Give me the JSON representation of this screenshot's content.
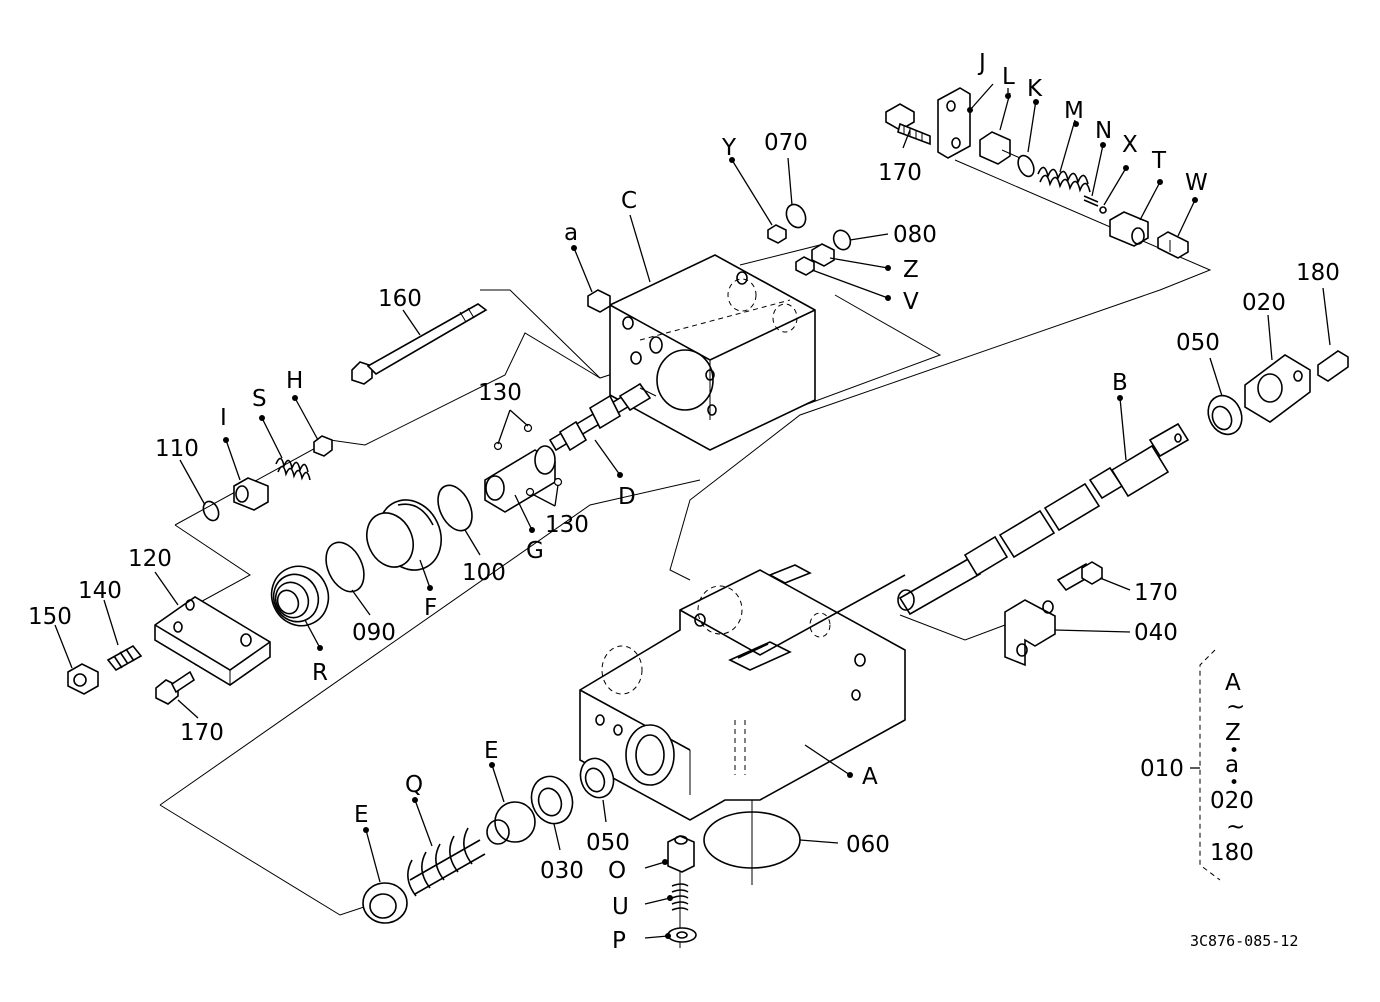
{
  "diagram": {
    "drawing_code": "3C876-085-12",
    "callouts": {
      "J": "J",
      "L": "L",
      "K": "K",
      "M": "M",
      "N": "N",
      "X": "X",
      "T": "T",
      "W": "W",
      "c170_top": "170",
      "c070": "070",
      "Y": "Y",
      "C": "C",
      "a": "a",
      "c080": "080",
      "Z": "Z",
      "V": "V",
      "c160": "160",
      "H": "H",
      "S": "S",
      "I": "I",
      "c110": "110",
      "c130_top": "130",
      "c130_bot": "130",
      "D": "D",
      "G": "G",
      "c100": "100",
      "F": "F",
      "c090": "090",
      "R": "R",
      "c120": "120",
      "c140": "140",
      "c150": "150",
      "c170_left": "170",
      "c180": "180",
      "c020": "020",
      "c050_right": "050",
      "B": "B",
      "c170_right": "170",
      "c040": "040",
      "A": "A",
      "E_mid": "E",
      "Q": "Q",
      "E_left": "E",
      "c030": "030",
      "c050_bot": "050",
      "O": "O",
      "U": "U",
      "P": "P",
      "c060": "060"
    },
    "assembly_group": {
      "ref": "010",
      "line1": "A",
      "tilde1": "~",
      "line2": "Z",
      "sep": "•",
      "line3": "a",
      "sep2": "•",
      "line4": "020",
      "tilde2": "~",
      "line5": "180"
    }
  }
}
